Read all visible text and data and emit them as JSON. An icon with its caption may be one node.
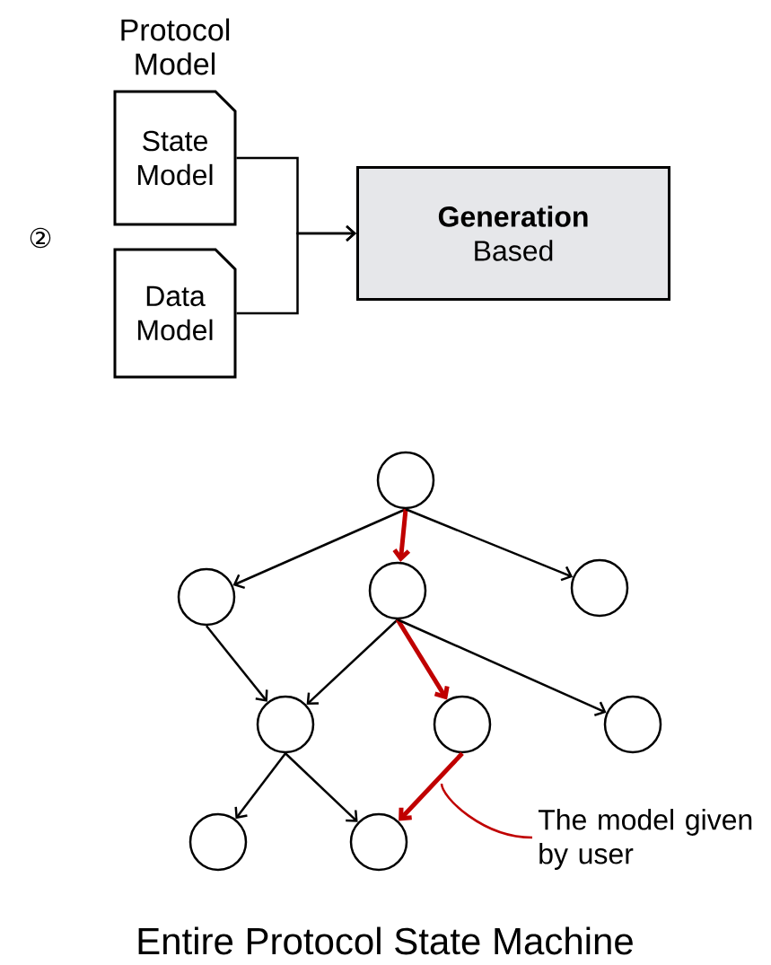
{
  "diagram": {
    "caption": "Entire Protocol State Machine",
    "nodes": [
      {
        "text": [
          "State Model"
        ]
      },
      {
        "text": [
          "Data Model"
        ]
      },
      {
        "text": [
          "Generation",
          "Based"
        ]
      },
      {
        "text": [],
        "shape": "circle"
      },
      {
        "text": [],
        "shape": "circle"
      },
      {
        "text": [],
        "shape": "circle"
      },
      {
        "text": [],
        "shape": "circle"
      },
      {
        "text": [],
        "shape": "circle"
      },
      {
        "text": [],
        "shape": "circle"
      },
      {
        "text": [],
        "shape": "circle"
      },
      {
        "text": [],
        "shape": "circle"
      },
      {
        "text": [],
        "shape": "circle"
      },
      {
        "text": [
          "The model given by user"
        ]
      }
    ],
    "edges": [
      {
        "from": 0,
        "to": 2,
        "arrow": "to"
      },
      {
        "from": 1,
        "to": 2,
        "arrow": "to"
      },
      {
        "from": 3,
        "to": 4,
        "arrow": "to"
      },
      {
        "from": 3,
        "to": 5,
        "arrow": "to",
        "style": "thick",
        "color": "#c00000"
      },
      {
        "from": 3,
        "to": 6,
        "arrow": "to"
      },
      {
        "from": 4,
        "to": 7,
        "arrow": "to"
      },
      {
        "from": 5,
        "to": 7,
        "arrow": "to"
      },
      {
        "from": 5,
        "to": 8,
        "arrow": "to",
        "style": "thick",
        "color": "#c00000"
      },
      {
        "from": 5,
        "to": 9,
        "arrow": "to"
      },
      {
        "from": 7,
        "to": 10,
        "arrow": "to"
      },
      {
        "from": 7,
        "to": 11,
        "arrow": "to"
      },
      {
        "from": 8,
        "to": 11,
        "arrow": "to",
        "style": "thick",
        "color": "#c00000"
      },
      {
        "from": 12,
        "to": null,
        "arrow": "none",
        "color": "#c00000"
      }
    ],
    "labels": [
      "Protocol Model",
      "②"
    ]
  }
}
